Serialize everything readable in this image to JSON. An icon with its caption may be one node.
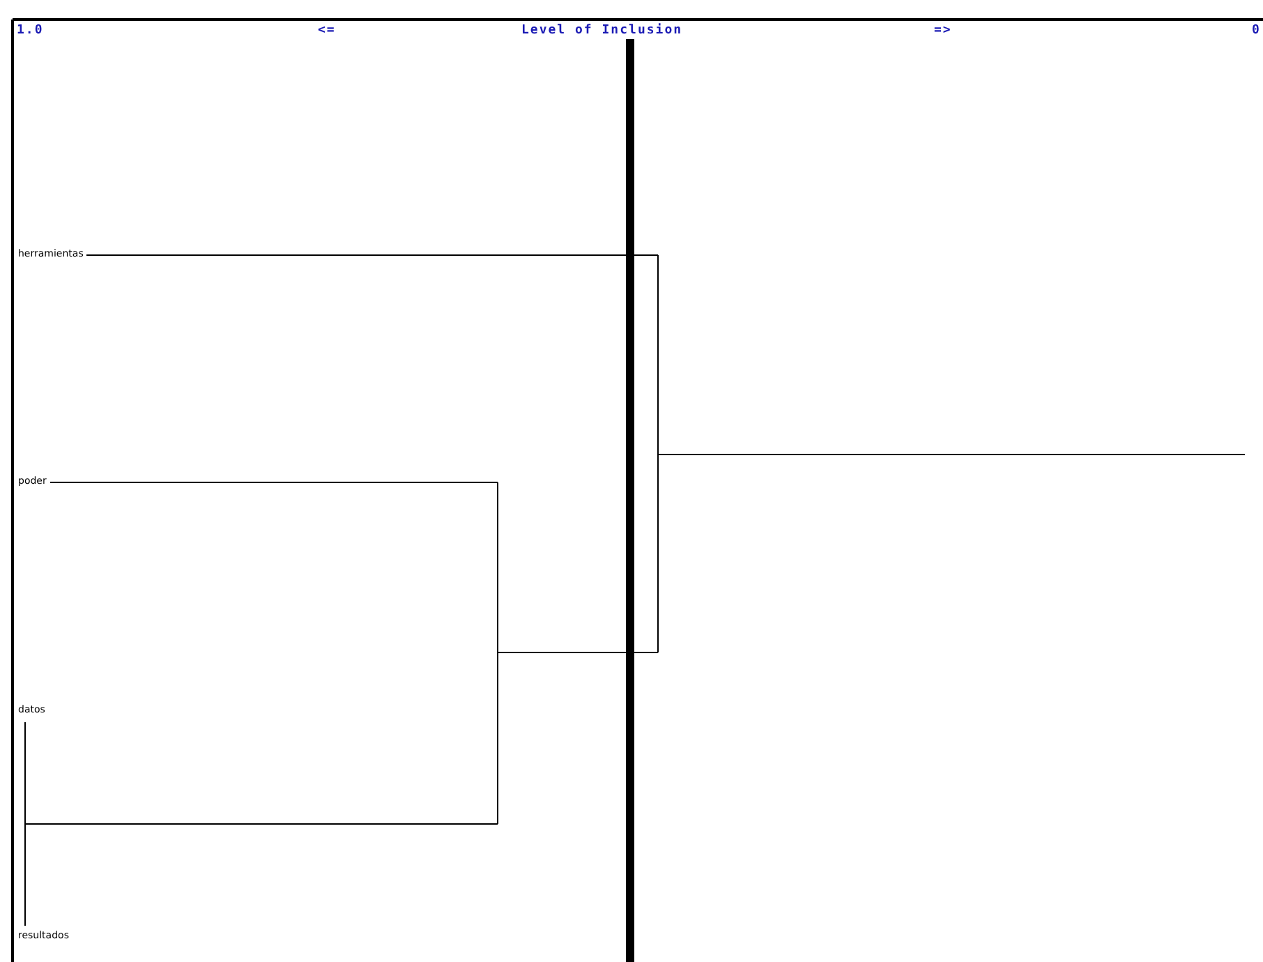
{
  "diagram": {
    "labels": [
      "1.0",
      "<=",
      "Level of Inclusion",
      "=>",
      "0",
      "herramientas",
      "poder",
      "datos",
      "resultados"
    ]
  }
}
